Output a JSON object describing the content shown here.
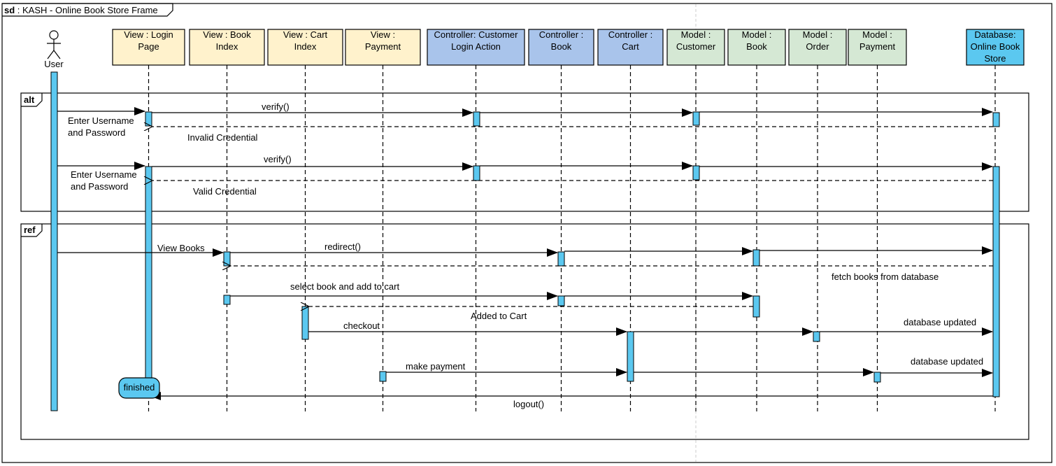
{
  "frame": {
    "keyword": "sd",
    "title": " : KASH - Online Book Store Frame"
  },
  "actor": {
    "label": "User"
  },
  "lifelines": [
    {
      "id": "login",
      "lines": [
        "View : Login",
        "Page"
      ],
      "kind": "view"
    },
    {
      "id": "bookidx",
      "lines": [
        "View : Book",
        "Index"
      ],
      "kind": "view"
    },
    {
      "id": "cartidx",
      "lines": [
        "View : Cart",
        "Index"
      ],
      "kind": "view"
    },
    {
      "id": "payview",
      "lines": [
        "View :",
        "Payment"
      ],
      "kind": "view"
    },
    {
      "id": "ctrlcust",
      "lines": [
        "Controller: Customer",
        "Login Action"
      ],
      "kind": "controller"
    },
    {
      "id": "ctrlbook",
      "lines": [
        "Controller :",
        "Book"
      ],
      "kind": "controller"
    },
    {
      "id": "ctrlcart",
      "lines": [
        "Controller :",
        "Cart"
      ],
      "kind": "controller"
    },
    {
      "id": "mcust",
      "lines": [
        "Model :",
        "Customer"
      ],
      "kind": "model"
    },
    {
      "id": "mbook",
      "lines": [
        "Model :",
        "Book"
      ],
      "kind": "model"
    },
    {
      "id": "morder",
      "lines": [
        "Model :",
        "Order"
      ],
      "kind": "model"
    },
    {
      "id": "mpay",
      "lines": [
        "Model :",
        "Payment"
      ],
      "kind": "model"
    },
    {
      "id": "db",
      "lines": [
        "Database:",
        "Online Book",
        "Store"
      ],
      "kind": "database"
    }
  ],
  "fragments": [
    {
      "id": "alt",
      "keyword": "alt"
    },
    {
      "id": "ref",
      "keyword": "ref"
    }
  ],
  "messages": [
    {
      "id": "m1",
      "label_lines": [
        "Enter Username",
        "and Password"
      ]
    },
    {
      "id": "m2",
      "label": "verify()"
    },
    {
      "id": "m3",
      "label": "Invalid Credential"
    },
    {
      "id": "m4",
      "label_lines": [
        "Enter Username",
        "and Password"
      ]
    },
    {
      "id": "m5",
      "label": "verify()"
    },
    {
      "id": "m6",
      "label": "Valid Credential"
    },
    {
      "id": "m7",
      "label": "View Books"
    },
    {
      "id": "m8",
      "label": "redirect()"
    },
    {
      "id": "m9",
      "label": "fetch books from database"
    },
    {
      "id": "m10",
      "label": "select book and add to cart"
    },
    {
      "id": "m11",
      "label": "Added to Cart"
    },
    {
      "id": "m12",
      "label": "checkout"
    },
    {
      "id": "m13",
      "label": "database updated"
    },
    {
      "id": "m14",
      "label": "make payment"
    },
    {
      "id": "m15",
      "label": "database updated"
    },
    {
      "id": "m16",
      "label": "logout()"
    }
  ],
  "end_state": {
    "label": "finished"
  },
  "colors": {
    "view": "#fff2cc",
    "controller": "#a9c4eb",
    "model": "#d5e8d4",
    "database": "#5bc8f0",
    "activation": "#5bc8f0",
    "line": "#000000"
  }
}
